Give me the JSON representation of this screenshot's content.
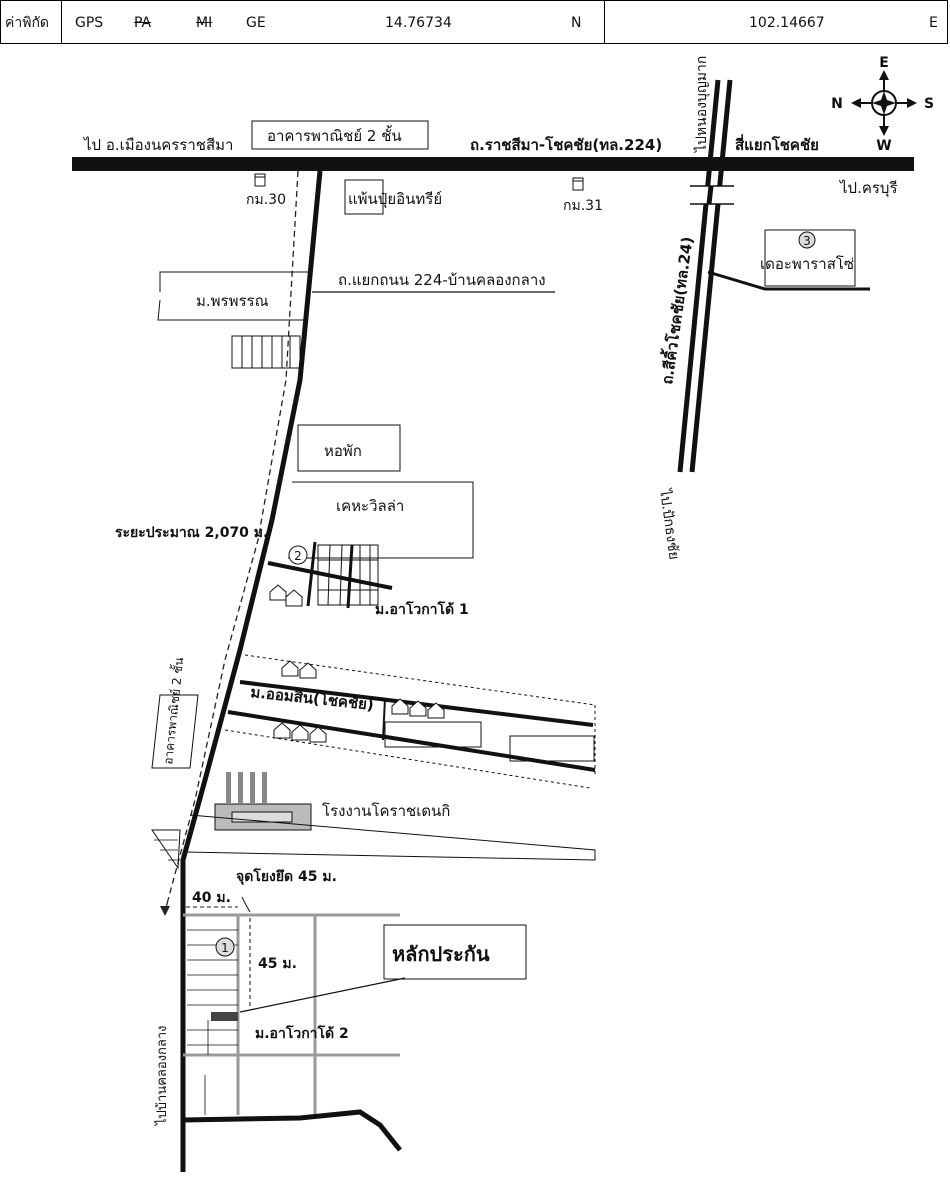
{
  "header": {
    "label": "ค่าพิกัด",
    "gps": "GPS",
    "pa": "PA",
    "mi": "MI",
    "ge": "GE",
    "lat": "14.76734",
    "lat_dir": "N",
    "lon": "102.14667",
    "lon_dir": "E"
  },
  "compass": {
    "top": "E",
    "left": "N",
    "right": "S",
    "bottom": "W"
  },
  "labels": {
    "to_mueang": "ไป อ.เมืองนครราชสีมา",
    "commercial_top": "อาคารพาณิชย์ 2 ชั้น",
    "main_road": "ถ.ราชสีมา-โชคชัย(ทล.224)",
    "junction": "สี่แยกโชคชัย",
    "km30": "กม.30",
    "km31": "กม.31",
    "fertilizer": "แพ้นปุ๋ยอินทรีย์",
    "to_khonburi": "ไป.ครบุรี",
    "to_nong_bun_mak": "ไปหนองบุญมาก",
    "side_road": "ถ.แยกถนน 224-บ้านคลองกลาง",
    "village_phonphan": "ม.พรพรรณ",
    "the_paradise_num": "3",
    "the_paradise": "เดอะพาราสโซ่",
    "road_24": "ถ.สีคิ้วโชคชัย(ทล.24)",
    "dorm": "หอพัก",
    "to_pak_thong_chai": "ไป.ปักธงชัย",
    "keha_villa": "เคหะวิลล่า",
    "distance": "ระยะประมาณ 2,070 ม.",
    "circle2": "2",
    "village_arcade1": "ม.อาโวกาโด้ 1",
    "commercial_left": "อาคารพาณิชย์ 2 ชั้น",
    "village_omsin": "ม.ออมสิน(โชคชัย)",
    "factory": "โรงงานโคราชเดนกิ",
    "tie_point": "จุดโยงยึด 45 ม.",
    "dist_40": "40 ม.",
    "circle1": "1",
    "dist_45": "45 ม.",
    "collateral": "หลักประกัน",
    "village_arcade2": "ม.อาโวกาโด้ 2",
    "to_ban_khlong_klang": "ไปบ้านคลองกลาง"
  }
}
